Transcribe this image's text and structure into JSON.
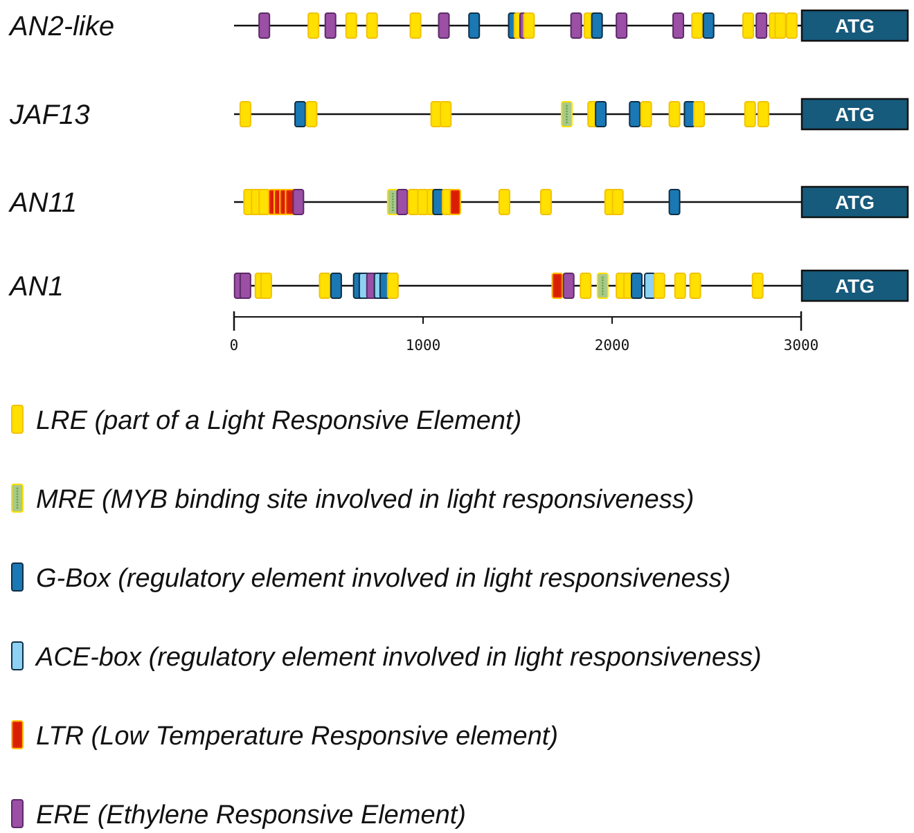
{
  "genes": [
    {
      "name": "AN2-like",
      "start_label": "ATG",
      "elements": [
        {
          "type": "ERE",
          "pos": 160
        },
        {
          "type": "LRE",
          "pos": 420
        },
        {
          "type": "ERE",
          "pos": 510
        },
        {
          "type": "LRE",
          "pos": 620
        },
        {
          "type": "LRE",
          "pos": 730
        },
        {
          "type": "LRE",
          "pos": 960
        },
        {
          "type": "ERE",
          "pos": 1110
        },
        {
          "type": "GBOX",
          "pos": 1270
        },
        {
          "type": "GBOX",
          "pos": 1480
        },
        {
          "type": "LRE",
          "pos": 1510
        },
        {
          "type": "ERE",
          "pos": 1540
        },
        {
          "type": "LRE",
          "pos": 1560
        },
        {
          "type": "ERE",
          "pos": 1810
        },
        {
          "type": "LRE",
          "pos": 1880
        },
        {
          "type": "GBOX",
          "pos": 1920
        },
        {
          "type": "ERE",
          "pos": 2050
        },
        {
          "type": "ERE",
          "pos": 2350
        },
        {
          "type": "LRE",
          "pos": 2450
        },
        {
          "type": "GBOX",
          "pos": 2510
        },
        {
          "type": "LRE",
          "pos": 2720
        },
        {
          "type": "ERE",
          "pos": 2790
        },
        {
          "type": "LRE",
          "pos": 2860
        },
        {
          "type": "LRE",
          "pos": 2890
        },
        {
          "type": "LRE",
          "pos": 2950
        }
      ]
    },
    {
      "name": "JAF13",
      "start_label": "ATG",
      "elements": [
        {
          "type": "LRE",
          "pos": 60
        },
        {
          "type": "GBOX",
          "pos": 350
        },
        {
          "type": "LRE",
          "pos": 410
        },
        {
          "type": "LRE",
          "pos": 1070
        },
        {
          "type": "LRE",
          "pos": 1120
        },
        {
          "type": "MRE",
          "pos": 1760
        },
        {
          "type": "LRE",
          "pos": 1900
        },
        {
          "type": "GBOX",
          "pos": 1940
        },
        {
          "type": "GBOX",
          "pos": 2120
        },
        {
          "type": "LRE",
          "pos": 2180
        },
        {
          "type": "LRE",
          "pos": 2330
        },
        {
          "type": "GBOX",
          "pos": 2410
        },
        {
          "type": "LRE",
          "pos": 2460
        },
        {
          "type": "LRE",
          "pos": 2730
        },
        {
          "type": "LRE",
          "pos": 2800
        }
      ]
    },
    {
      "name": "AN11",
      "start_label": "ATG",
      "elements": [
        {
          "type": "LRE",
          "pos": 80
        },
        {
          "type": "LRE",
          "pos": 120
        },
        {
          "type": "LRE",
          "pos": 160
        },
        {
          "type": "LTR",
          "pos": 210
        },
        {
          "type": "LTR",
          "pos": 240
        },
        {
          "type": "LTR",
          "pos": 270
        },
        {
          "type": "LTR",
          "pos": 300
        },
        {
          "type": "ERE",
          "pos": 340
        },
        {
          "type": "MRE",
          "pos": 840
        },
        {
          "type": "ERE",
          "pos": 890
        },
        {
          "type": "LRE",
          "pos": 950
        },
        {
          "type": "LRE",
          "pos": 1000
        },
        {
          "type": "LRE",
          "pos": 1050
        },
        {
          "type": "GBOX",
          "pos": 1080
        },
        {
          "type": "LRE",
          "pos": 1130
        },
        {
          "type": "LTR",
          "pos": 1170
        },
        {
          "type": "LRE",
          "pos": 1430
        },
        {
          "type": "LRE",
          "pos": 1650
        },
        {
          "type": "LRE",
          "pos": 1990
        },
        {
          "type": "LRE",
          "pos": 2030
        },
        {
          "type": "GBOX",
          "pos": 2330
        }
      ]
    },
    {
      "name": "AN1",
      "start_label": "ATG",
      "elements": [
        {
          "type": "ERE",
          "pos": 30
        },
        {
          "type": "ERE",
          "pos": 60
        },
        {
          "type": "LRE",
          "pos": 140
        },
        {
          "type": "LRE",
          "pos": 170
        },
        {
          "type": "LRE",
          "pos": 480
        },
        {
          "type": "GBOX",
          "pos": 540
        },
        {
          "type": "GBOX",
          "pos": 660
        },
        {
          "type": "ACE",
          "pos": 690
        },
        {
          "type": "ERE",
          "pos": 730
        },
        {
          "type": "ACE",
          "pos": 770
        },
        {
          "type": "GBOX",
          "pos": 800
        },
        {
          "type": "LRE",
          "pos": 840
        },
        {
          "type": "LTR",
          "pos": 1710
        },
        {
          "type": "ERE",
          "pos": 1770
        },
        {
          "type": "LRE",
          "pos": 1860
        },
        {
          "type": "MRE",
          "pos": 1950
        },
        {
          "type": "LRE",
          "pos": 2050
        },
        {
          "type": "LRE",
          "pos": 2090
        },
        {
          "type": "GBOX",
          "pos": 2130
        },
        {
          "type": "ACE",
          "pos": 2200
        },
        {
          "type": "LRE",
          "pos": 2250
        },
        {
          "type": "LRE",
          "pos": 2360
        },
        {
          "type": "LRE",
          "pos": 2440
        },
        {
          "type": "LRE",
          "pos": 2770
        }
      ]
    }
  ],
  "axis": {
    "min": 0,
    "max": 3000,
    "ticks": [
      0,
      1000,
      2000,
      3000
    ],
    "tick_labels": [
      "0",
      "1000",
      "2000",
      "3000"
    ]
  },
  "legend": [
    {
      "type": "LRE",
      "label": "LRE (part of a Light Responsive Element)",
      "fill": "#ffe000",
      "stroke": "#f2c200"
    },
    {
      "type": "MRE",
      "label": "MRE  (MYB binding site involved in light responsiveness)",
      "fill": "#a9c98a",
      "stroke": "#ffe000"
    },
    {
      "type": "GBOX",
      "label": "G-Box (regulatory element involved in light responsiveness)",
      "fill": "#1a78b4",
      "stroke": "#0f2f45"
    },
    {
      "type": "ACE",
      "label": "ACE-box  (regulatory element involved in light responsiveness)",
      "fill": "#8dd1f3",
      "stroke": "#0f2f45"
    },
    {
      "type": "LTR",
      "label": "LTR (Low Temperature Responsive element)",
      "fill": "#e82a0b",
      "stroke": "#ffc000"
    },
    {
      "type": "ERE",
      "label": "ERE  (Ethylene Responsive Element)",
      "fill": "#9b4fa5",
      "stroke": "#5c2a66"
    }
  ],
  "colors": {
    "atg_box": "#165a7c",
    "line": "#111111",
    "text": "#111111"
  }
}
